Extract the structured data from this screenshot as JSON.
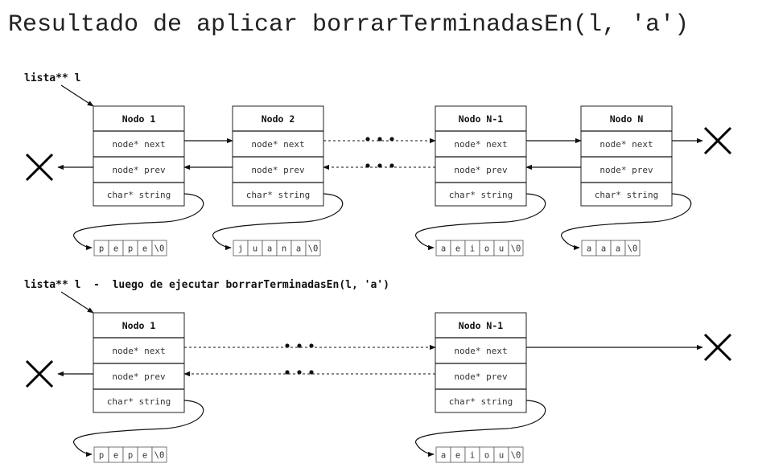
{
  "title": "Resultado de aplicar borrarTerminadasEn(l, 'a')",
  "top_label": "lista** l",
  "bottom_label": "lista** l  -  luego de ejecutar borrarTerminadasEn(l, 'a')",
  "fields": {
    "next": "node* next",
    "prev": "node* prev",
    "string": "char* string"
  },
  "top_nodes": [
    {
      "name": "Nodo 1",
      "chars": [
        "p",
        "e",
        "p",
        "e",
        "\\0"
      ]
    },
    {
      "name": "Nodo 2",
      "chars": [
        "j",
        "u",
        "a",
        "n",
        "a",
        "\\0"
      ]
    },
    {
      "name": "Nodo N-1",
      "chars": [
        "a",
        "e",
        "i",
        "o",
        "u",
        "\\0"
      ]
    },
    {
      "name": "Nodo N",
      "chars": [
        "a",
        "a",
        "a",
        "\\0"
      ]
    }
  ],
  "bottom_nodes": [
    {
      "name": "Nodo 1",
      "chars": [
        "p",
        "e",
        "p",
        "e",
        "\\0"
      ]
    },
    {
      "name": "Nodo N-1",
      "chars": [
        "a",
        "e",
        "i",
        "o",
        "u",
        "\\0"
      ]
    }
  ]
}
